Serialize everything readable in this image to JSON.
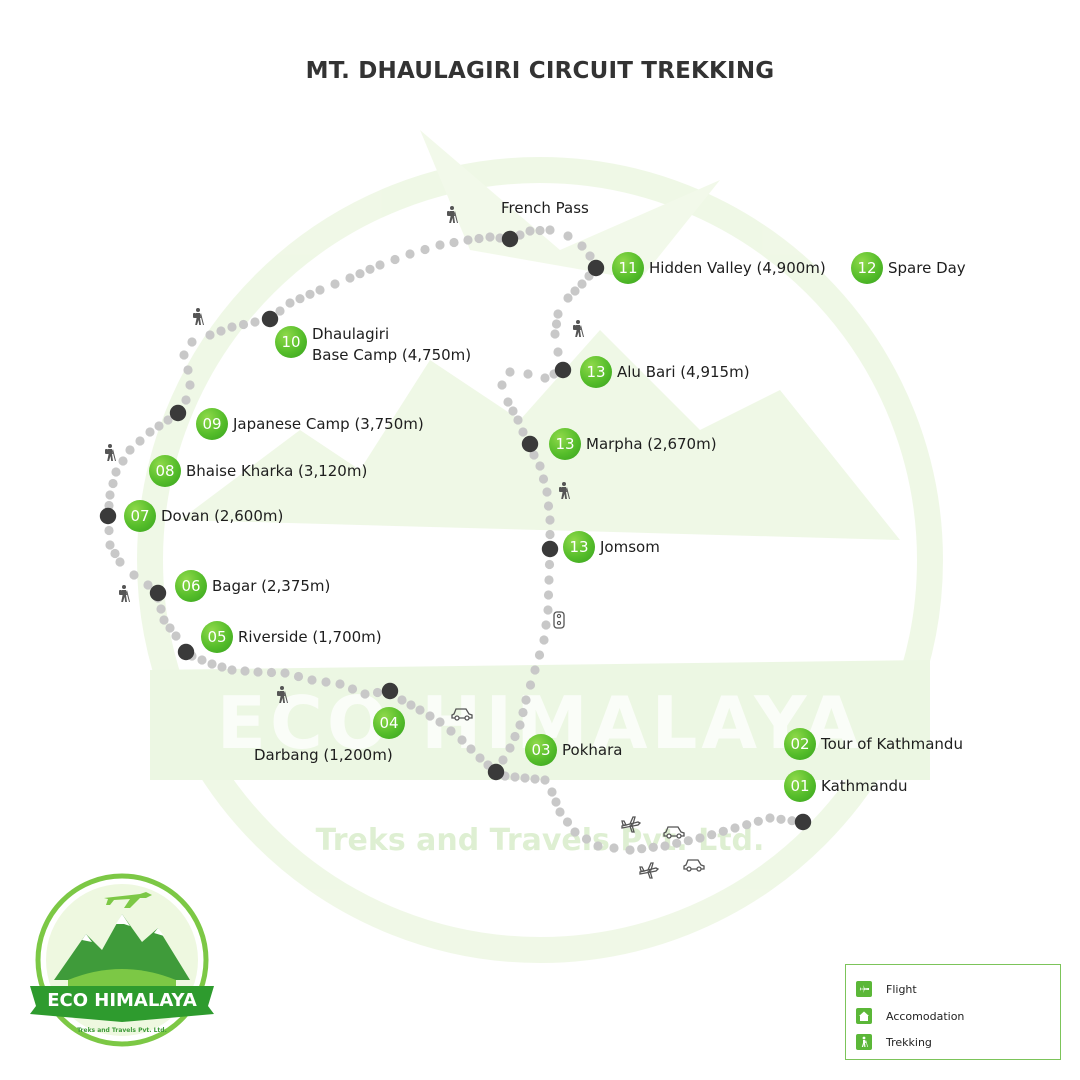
{
  "title": "MT. DHAULAGIRI CIRCUIT TREKKING",
  "watermark": {
    "name": "ECO HIMALAYA",
    "tagline": "Treks and Travels Pvt. Ltd."
  },
  "colors": {
    "badge": "#55bd2a",
    "trail_dot": "#c8c8c8",
    "node": "#3a3a3a",
    "legend_border": "#7cc45a",
    "brand_green": "#2e9b2e"
  },
  "stops": [
    {
      "num": "01",
      "name": "Kathmandu"
    },
    {
      "num": "02",
      "name": "Tour of Kathmandu"
    },
    {
      "num": "03",
      "name": "Pokhara"
    },
    {
      "num": "04",
      "name": "Darbang (1,200m)"
    },
    {
      "num": "05",
      "name": "Riverside (1,700m)"
    },
    {
      "num": "06",
      "name": "Bagar (2,375m)"
    },
    {
      "num": "07",
      "name": "Dovan (2,600m)"
    },
    {
      "num": "08",
      "name": "Bhaise Kharka (3,120m)"
    },
    {
      "num": "09",
      "name": "Japanese Camp (3,750m)"
    },
    {
      "num": "10",
      "name": "Dhaulagiri",
      "name2": "Base Camp (4,750m)"
    },
    {
      "num": "11",
      "name": "Hidden Valley (4,900m)"
    },
    {
      "num": "12",
      "name": "Spare Day"
    },
    {
      "num": "13",
      "name": "Alu Bari (4,915m)"
    },
    {
      "num": "13",
      "name": "Marpha (2,670m)"
    },
    {
      "num": "13",
      "name": "Jomsom"
    }
  ],
  "pass_label": "French Pass",
  "legend": [
    {
      "label": "Flight",
      "icon": "plane-icon"
    },
    {
      "label": "Accomodation",
      "icon": "house-icon"
    },
    {
      "label": "Trekking",
      "icon": "hiker-icon"
    }
  ],
  "logo": {
    "name": "ECO HIMALAYA",
    "tagline": "Treks and Travels Pvt. Ltd."
  }
}
